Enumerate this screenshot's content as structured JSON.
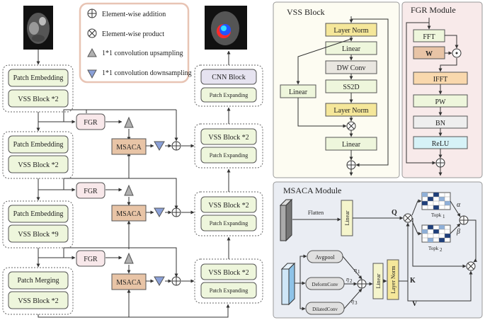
{
  "legend": {
    "add": "Element-wise addition",
    "product": "Element-wise product",
    "up": "1*1 convolution upsampling",
    "down": "1*1 convolution downsampling"
  },
  "encoder": {
    "stage1": [
      "Patch Embedding",
      "VSS Block *2"
    ],
    "stage2": [
      "Patch Embedding",
      "VSS Block *2"
    ],
    "stage3": [
      "Patch Embedding",
      "VSS Block *9"
    ],
    "stage4": [
      "Patch Merging",
      "VSS Block *2"
    ]
  },
  "decoder": {
    "top": [
      "CNN Block",
      "Patch Expanding"
    ],
    "stage1": [
      "VSS Block *2",
      "Patch Expanding"
    ],
    "stage2": [
      "VSS Block *2",
      "Patch Expanding"
    ],
    "stage3": [
      "VSS Block *2",
      "Patch Expanding"
    ]
  },
  "fgr_label": "FGR",
  "msaca_label": "MSACA",
  "vss_block": {
    "title": "VSS Block",
    "layer_norm": "Layer Norm",
    "linear": "Linear",
    "dw_conv": "DW Conv",
    "ss2d": "SS2D"
  },
  "fgr_module": {
    "title": "FGR Module",
    "fft": "FFT",
    "w": "W",
    "ifft": "IFFT",
    "pw": "PW",
    "bn": "BN",
    "relu": "ReLU"
  },
  "msaca_module": {
    "title": "MSACA Module",
    "flatten": "Flatten",
    "linear": "Linear",
    "layer_norm": "Layer Norm",
    "avgpool": "Avgpool",
    "deform": "DeformConv",
    "dilated": "DilatedConv",
    "q": "Q",
    "k": "K",
    "v": "V",
    "alpha": "α",
    "beta": "β",
    "eta1": "η",
    "eta1_sub": "1",
    "eta2": "η",
    "eta2_sub": "2",
    "eta3": "η",
    "eta3_sub": "3",
    "topk1": "Topk",
    "topk1_sub": "1",
    "topk2": "Topk",
    "topk2_sub": "2"
  },
  "colors": {
    "vss_green": "#eef6dc",
    "layernorm_yellow": "#f5e79a",
    "msaca_orange": "#e8c4a6",
    "fgr_pink": "#f8e8ea",
    "cnn_lavender": "#e6e3f0",
    "relu_cyan": "#d6f2f7",
    "ifft_orange": "#f9d8ad",
    "triangle_up": "#b0b0b0",
    "triangle_down": "#8aa0d8"
  }
}
